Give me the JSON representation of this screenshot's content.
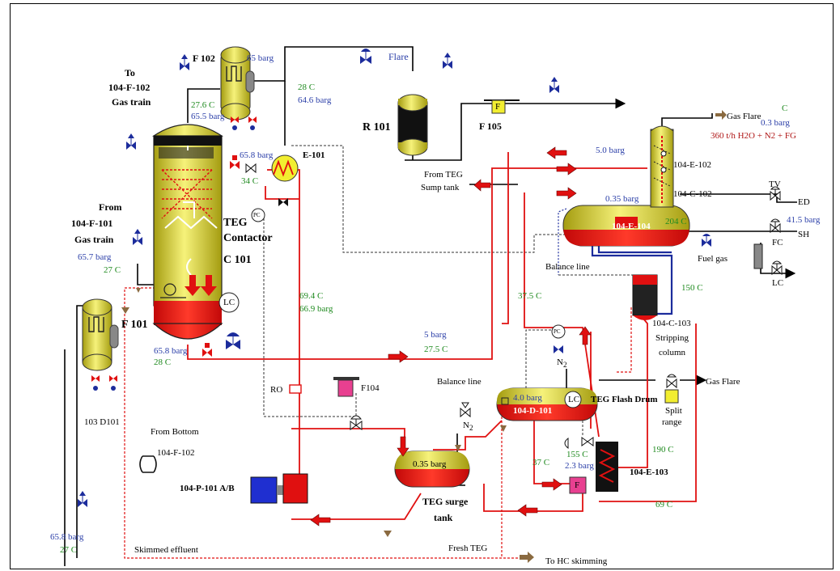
{
  "labels": {
    "to_f102_1": "To",
    "to_f102_2": "104-F-102",
    "to_f102_3": "Gas train",
    "f102": "F 102",
    "f102_p": "65  barg",
    "t_276": "27.6 C",
    "p_655": "65.5  barg",
    "t_28_top": "28 C",
    "p_646": "64.6  barg",
    "flare": "Flare",
    "r101": "R 101",
    "f105": "F 105",
    "f105_box": "F",
    "gas_flare_top": "Gas Flare",
    "c_top": "C",
    "p_03": "0.3 barg",
    "h2o": "360 t/h H2O + N2 + FG",
    "p_658_e": "65.8  barg",
    "t_34": "34  C",
    "e101": "E-101",
    "from_teg_1": "From TEG",
    "from_teg_2": "Sump tank",
    "p_50": "5.0  barg",
    "e102": "104-E-102",
    "c102": "104-C-102",
    "p_035_top": "0.35  barg",
    "e104": "104-E-104",
    "t_204": "204 C",
    "tv": "TV",
    "ed": "ED",
    "p_415": "41.5  barg",
    "fc": "FC",
    "sh": "SH",
    "lc_right": "LC",
    "fuel_gas": "Fuel gas",
    "from_f101_1": "From",
    "from_f101_2": "104-F-101",
    "from_f101_3": "Gas train",
    "teg_1": "TEG",
    "teg_2": "Contactor",
    "teg_3": "C 101",
    "pc_small": "PC",
    "lc_c101": "LC",
    "p_657": "65.7  barg",
    "t_27_mid": "27 C",
    "balance_top": "Balance line",
    "t_375": "37.5 C",
    "t_150": "150  C",
    "t_694": "69.4 C",
    "p_669": "66.9  barg",
    "c103_1": "104-C-103",
    "c103_2": "Stripping",
    "c103_3": "column",
    "f101": "F 101",
    "p_658_c": "65.8  barg",
    "t_28_c": "28 C",
    "p_5": "5  barg",
    "t_275": "27.5 C",
    "pc_right": "PC",
    "n2_right": "N",
    "n2_right_sub": "2",
    "balance_mid": "Balance line",
    "p_40": "4.0  barg",
    "d101": "104-D-101",
    "lc_d101": "LC",
    "teg_flash": "TEG Flash Drum",
    "gas_flare_mid": "Gas Flare",
    "split_1": "Split",
    "split_2": "range",
    "ro": "RO",
    "f104": "F104",
    "d101_103": "103 D101",
    "from_bottom": "From Bottom",
    "f102_bottom": "104-F-102",
    "n2_mid": "N",
    "n2_mid_sub": "2",
    "p_035_surge": "0.35 barg",
    "t_155": "155 C",
    "p_23": "2.3 barg",
    "t_190": "190 C",
    "e103": "104-E-103",
    "t_37": "37 C",
    "f_box": "F",
    "p101": "104-P-101 A/B",
    "surge_1": "TEG surge",
    "surge_2": "tank",
    "t_69": "69 C",
    "p_658_b": "65.8  barg",
    "t_27_b": "27 C",
    "skimmed": "Skimmed effluent",
    "fresh_teg": "Fresh TEG",
    "to_hc": "To HC skimming"
  },
  "colors": {
    "vessel_yellow": "#e8e234",
    "liquid_red": "#f01414",
    "line_red": "#e01010",
    "valve_blue": "#1c2c9c",
    "pump_blue": "#1f2fd0",
    "label_blue": "#2b3fa8",
    "label_green": "#1f8a1f"
  }
}
